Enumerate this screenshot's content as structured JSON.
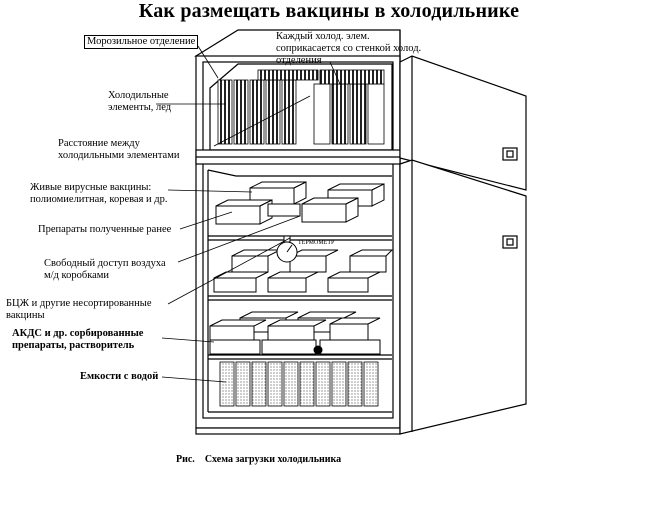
{
  "title": "Как размещать вакцины в холодильнике",
  "labels": {
    "freezer": "Морозильное отделение",
    "cold_elem_note_1": "Каждый холод. элем.",
    "cold_elem_note_2": "соприкасается со стенкой холод.",
    "cold_elem_note_3": "отделения",
    "ice_1": "Холодильные",
    "ice_2": "элементы, лед",
    "distance_1": "Расстояние между",
    "distance_2": "холодильными элементами",
    "live_1": "Живые вирусные вакцины:",
    "live_2": "полиомиелитная, коревая и др.",
    "earlier": "Препараты полученные ранее",
    "air_1": "Свободный доступ воздуха",
    "air_2": "м/д коробками",
    "bcg_1": "БЦЖ и другие несортированные",
    "bcg_2": "вакцины",
    "adsorbed_1": "АКДС и др. сорбированные",
    "adsorbed_2": "препараты, растворитель",
    "water": "Емкости с водой",
    "thermometer": "ТЕРМОМЕТР"
  },
  "caption": {
    "prefix": "Рис.",
    "text": "Схема загрузки холодильника"
  }
}
